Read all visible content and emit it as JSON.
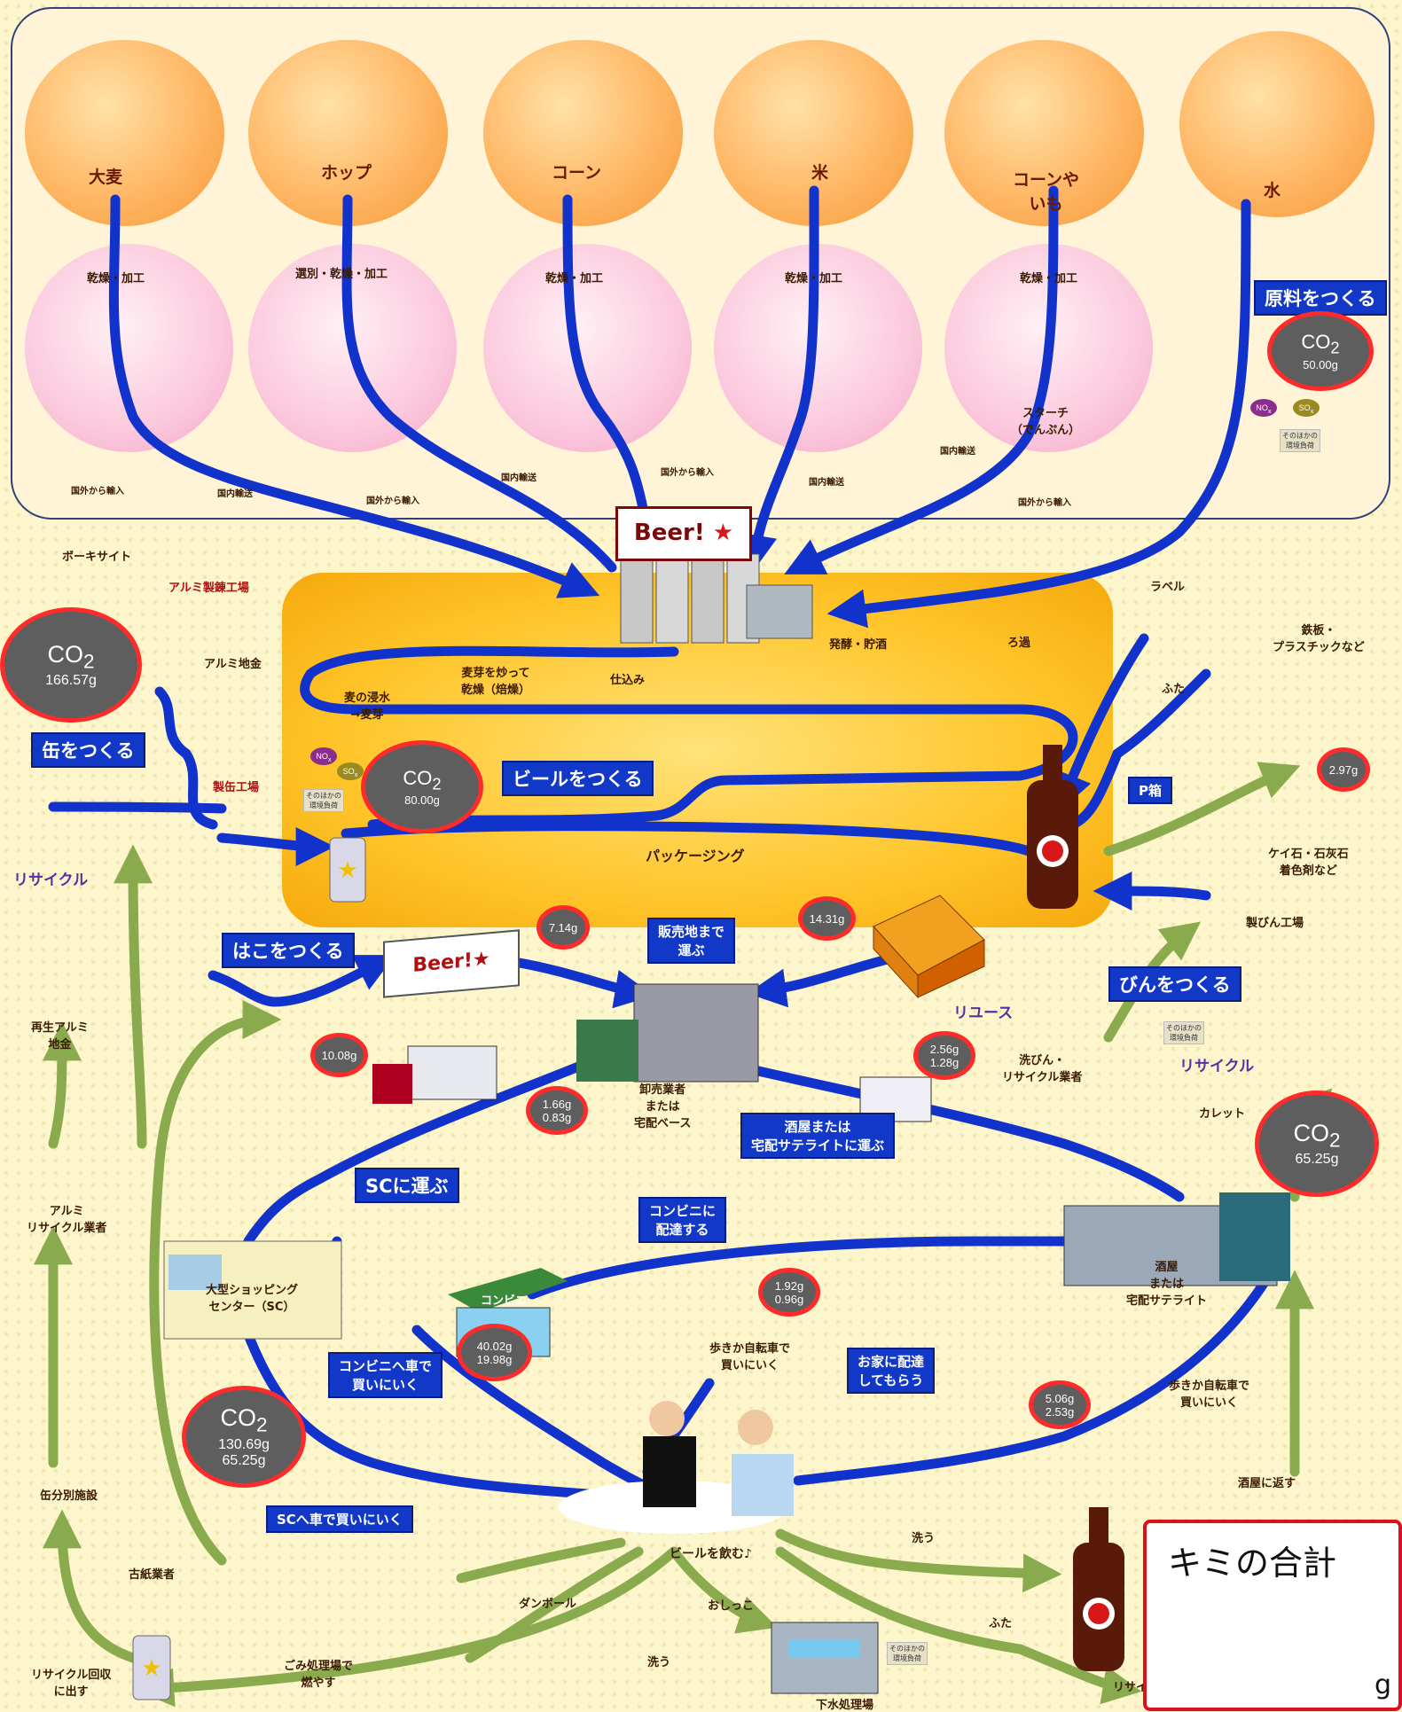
{
  "raw_materials": {
    "crops": [
      {
        "label": "大麦"
      },
      {
        "label": "ホップ"
      },
      {
        "label": "コーン"
      },
      {
        "label": "米"
      },
      {
        "label": "コーンや\nいも"
      },
      {
        "label": "水"
      }
    ],
    "processing": [
      {
        "label": "乾燥・加工"
      },
      {
        "label": "選別・乾燥・加工"
      },
      {
        "label": "乾燥・加工"
      },
      {
        "label": "乾燥・加工"
      },
      {
        "label": "乾燥・加工"
      }
    ],
    "starch_label": "スターチ\n（でんぷん）",
    "transport": {
      "import": "国外から輸入",
      "domestic": "国内輸送"
    },
    "stage_label": "原料をつくる",
    "co2": {
      "value": "50.00g"
    },
    "other_load": "そのほかの\n環境負荷"
  },
  "brewery": {
    "sign_text": "Beer!",
    "sign_star": "★",
    "steps": {
      "steep": "麦の浸水\n→麦芽",
      "roast": "麦芽を炒って\n乾燥（焙燥）",
      "mash": "仕込み",
      "ferment": "発酵・貯酒",
      "filter": "ろ過",
      "packaging": "パッケージング"
    },
    "stage_label": "ビールをつくる",
    "co2": {
      "value": "80.00g"
    },
    "other_load": "そのほかの\n環境負荷"
  },
  "can": {
    "bauxite": "ボーキサイト",
    "smelter": "アルミ製錬工場",
    "ingot": "アルミ地金",
    "factory": "製缶工場",
    "stage_label": "缶をつくる",
    "co2": {
      "value": "166.57g"
    },
    "recycle": "リサイクル",
    "recycled_ingot": "再生アルミ\n地金",
    "recycler": "アルミ\nリサイクル業者",
    "sorting": "缶分別施設"
  },
  "box": {
    "stage_label": "はこをつくる",
    "co2": {
      "value": "10.08g"
    },
    "co2_small": "7.14g",
    "box_text": "Beer!",
    "box_star": "★"
  },
  "bottle": {
    "label": "ラベル",
    "steel_plastic": "鉄板・\nプラスチックなど",
    "cap": "ふた",
    "p_box": "P箱",
    "silica": "ケイ石・石灰石\n着色剤など",
    "factory": "製びん工場",
    "stage_label": "びんをつくる",
    "reuse": "リユース",
    "washing": "洗びん・\nリサイクル業者",
    "recycle": "リサイクル",
    "cullet": "カレット",
    "co2": {
      "value": "65.25g"
    },
    "co2_small": "2.97g",
    "other_load": "そのほかの\n環境負荷"
  },
  "distribution": {
    "to_store": "販売地まで\n運ぶ",
    "co2_store": "14.31g",
    "wholesale": "卸売業者\nまたは\n宅配ベース",
    "to_sc": "SCに運ぶ",
    "co2_sc": "1.66g\n0.83g",
    "liquor": "酒屋または\n宅配サテライトに運ぶ",
    "co2_liquor": "2.56g\n1.28g",
    "to_cvs": "コンビニに\n配達する",
    "co2_cvs": "1.92g\n0.96g",
    "liquor_store": "酒屋\nまたは\n宅配サテライト",
    "sc": "大型ショッピング\nセンター（SC）",
    "cvs": "コンビニ"
  },
  "consumer": {
    "cvs_car": "コンビニへ車で\n買いにいく",
    "co2_cvs_car": "40.02g\n19.98g",
    "walk_cvs": "歩きか自転車で\n買いにいく",
    "delivery": "お家に配達\nしてもらう",
    "co2_delivery": "5.06g\n2.53g",
    "walk_liquor": "歩きか自転車で\n買いにいく",
    "sc_car": "SCへ車で買いにいく",
    "co2_sc_car": "130.69g\n65.25g",
    "drink": "ビールを飲む♪"
  },
  "disposal": {
    "return": "酒屋に返す",
    "wash1": "洗う",
    "wash2": "洗う",
    "cardboard": "ダンボール",
    "paper": "古紙業者",
    "burn": "ごみ処理場で\n燃やす",
    "urine": "おしっこ",
    "sewage": "下水処理場",
    "recycle_can": "リサイクル回収\nに出す",
    "cap": "ふた",
    "recycle_q": "リサイクル？",
    "other_load": "そのほかの\n環境負荷"
  },
  "total": {
    "title": "キミの合計",
    "unit": "g"
  },
  "colors": {
    "arrow_blue": "#1232cc",
    "arrow_green": "#8aaa4e",
    "label_blue": "#1238c8",
    "co2_ring": "#ff2b2b"
  }
}
